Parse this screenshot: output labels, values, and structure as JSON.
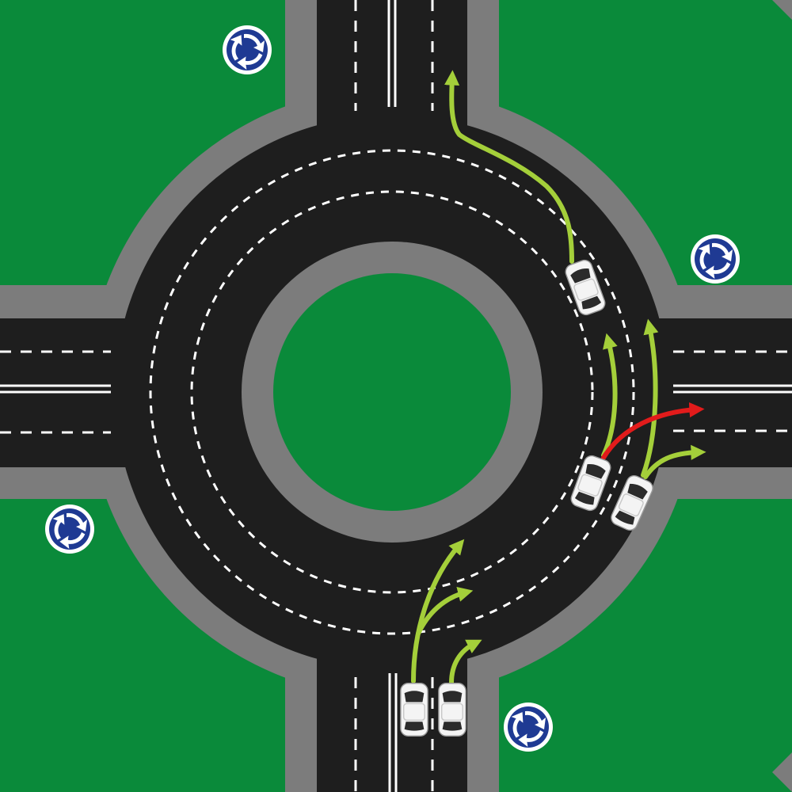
{
  "colors": {
    "grass": "#0a8a3a",
    "sidewalk": "#7c7c7c",
    "asphalt": "#1e1e1e",
    "lane_marking": "#ffffff",
    "route_allowed": "#a4cf3a",
    "route_prohibited": "#e21b1b",
    "car_body": "#f4f4f4",
    "car_glass": "#2b2b2b",
    "sign_blue": "#1f3a93"
  },
  "icons": {
    "roundabout_sign": "roundabout-mandatory-sign-icon",
    "car": "car-icon",
    "arrow": "route-arrow-icon"
  },
  "signs": [
    {
      "name": "roundabout-sign-north-west",
      "icon": "roundabout-mandatory-sign-icon"
    },
    {
      "name": "roundabout-sign-north-east",
      "icon": "roundabout-mandatory-sign-icon"
    },
    {
      "name": "roundabout-sign-west",
      "icon": "roundabout-mandatory-sign-icon"
    },
    {
      "name": "roundabout-sign-south",
      "icon": "roundabout-mandatory-sign-icon"
    }
  ],
  "routes": [
    {
      "name": "route-right-lane-exit-north",
      "status": "allowed"
    },
    {
      "name": "route-inner-lane-continue",
      "status": "allowed"
    },
    {
      "name": "route-outer-lane-continue",
      "status": "allowed"
    },
    {
      "name": "route-inner-lane-exit-east",
      "status": "prohibited"
    },
    {
      "name": "route-outer-lane-exit-east",
      "status": "allowed"
    },
    {
      "name": "route-south-left-lane-inner",
      "status": "allowed"
    },
    {
      "name": "route-south-left-lane-middle",
      "status": "allowed"
    },
    {
      "name": "route-south-right-lane-outer",
      "status": "allowed"
    }
  ]
}
